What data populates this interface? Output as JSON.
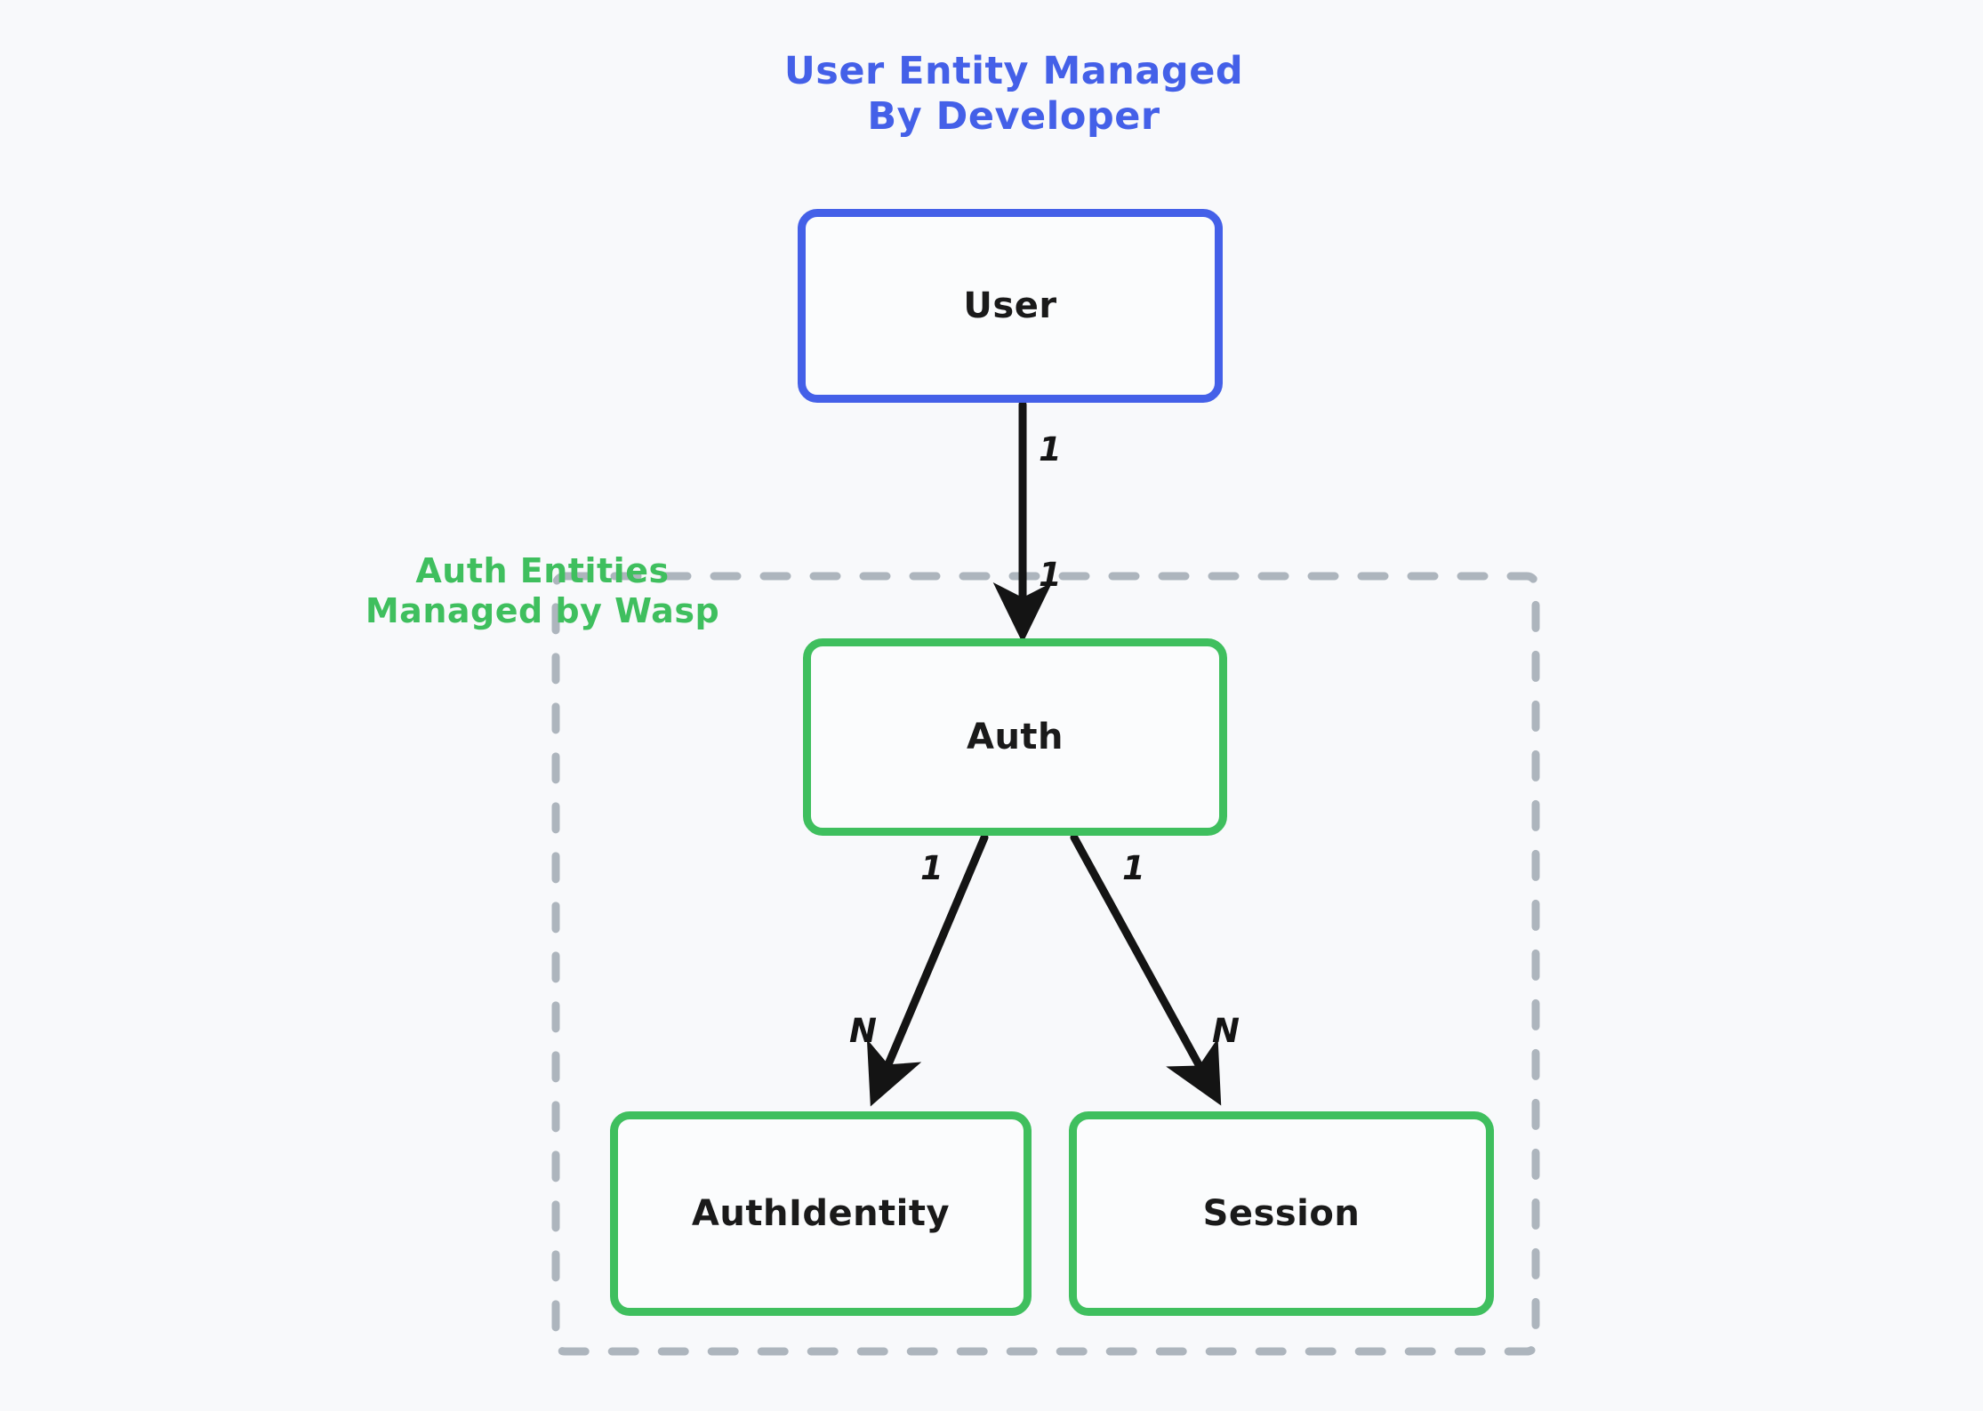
{
  "diagram": {
    "type": "entity-relationship",
    "background_color": "#f8f9fb",
    "title_developer": "User Entity Managed\nBy Developer",
    "title_wasp": "Auth Entities\nManaged by Wasp",
    "colors": {
      "developer_accent": "#4460e8",
      "wasp_accent": "#3fbf5e",
      "group_border": "#adb5bd",
      "edge": "#141414",
      "node_fill": "#fbfcfd"
    }
  },
  "nodes": {
    "user": {
      "label": "User",
      "border_color": "#4460e8"
    },
    "auth": {
      "label": "Auth",
      "border_color": "#3fbf5e"
    },
    "auth_identity": {
      "label": "AuthIdentity",
      "border_color": "#3fbf5e"
    },
    "session": {
      "label": "Session",
      "border_color": "#3fbf5e"
    }
  },
  "edges": [
    {
      "from": "User",
      "to": "Auth",
      "source_cardinality": "1",
      "target_cardinality": "1"
    },
    {
      "from": "Auth",
      "to": "AuthIdentity",
      "source_cardinality": "1",
      "target_cardinality": "N"
    },
    {
      "from": "Auth",
      "to": "Session",
      "source_cardinality": "1",
      "target_cardinality": "N"
    }
  ],
  "group": {
    "label": "Auth Entities\nManaged by Wasp",
    "border_style": "dashed",
    "members": [
      "Auth",
      "AuthIdentity",
      "Session"
    ]
  }
}
